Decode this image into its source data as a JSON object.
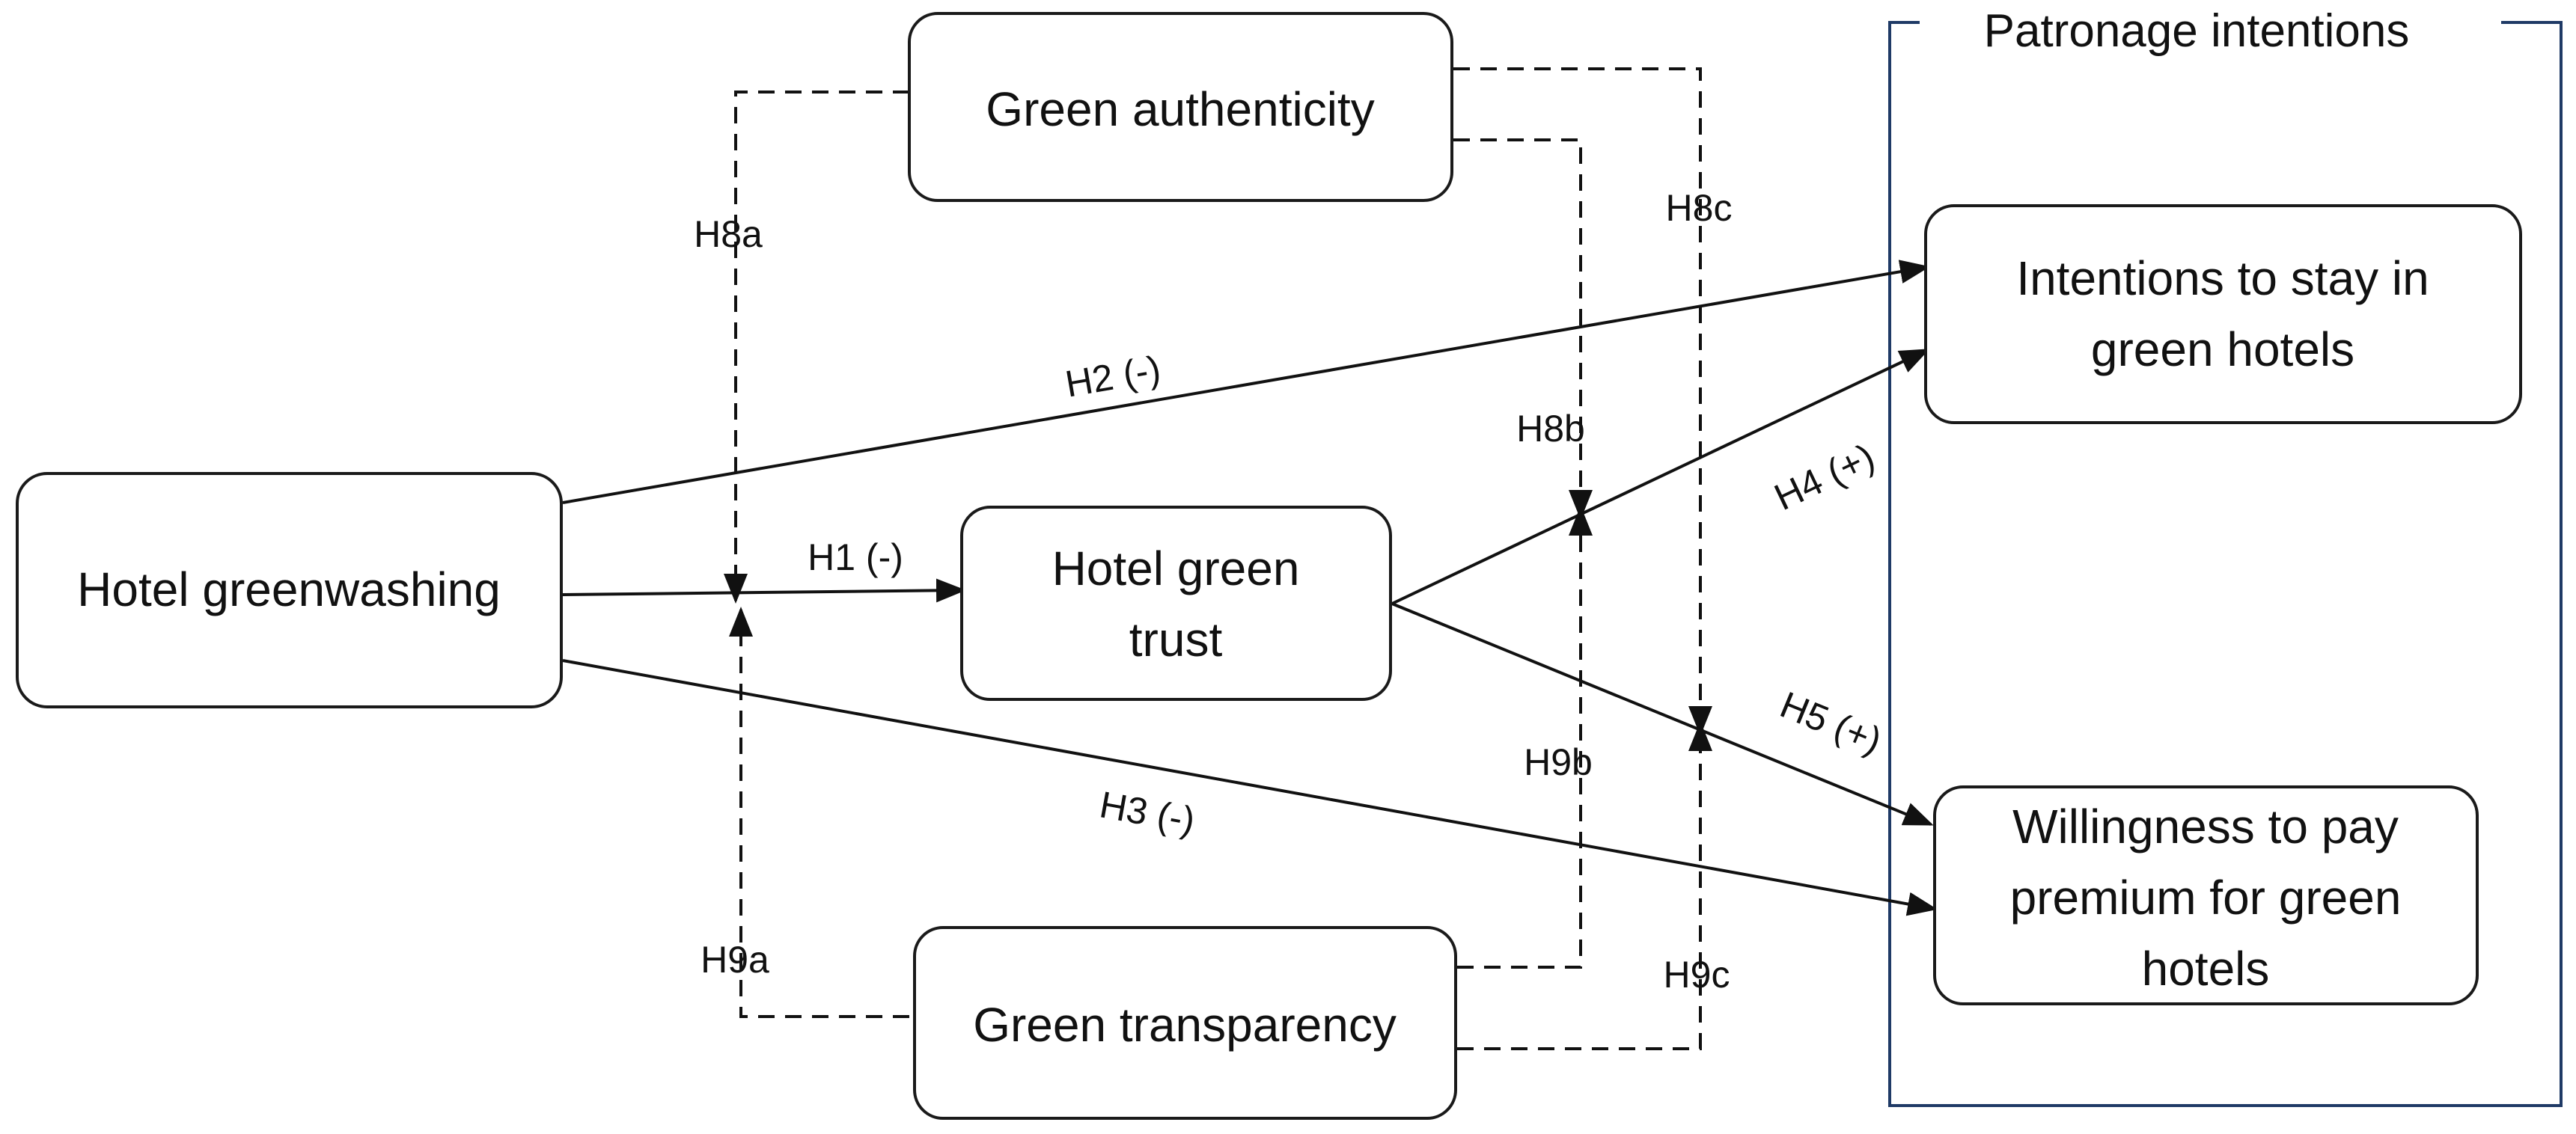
{
  "constructs": {
    "hotel_greenwashing": "Hotel greenwashing",
    "green_authenticity": "Green authenticity",
    "hotel_green_trust": [
      "Hotel green",
      "trust"
    ],
    "green_transparency": "Green transparency",
    "intentions_to_stay": [
      "Intentions to stay in",
      "green hotels"
    ],
    "willingness_to_pay": [
      "Willingness to pay",
      "premium for green",
      "hotels"
    ]
  },
  "group": {
    "label": "Patronage intentions"
  },
  "hypotheses": {
    "h1": "H1 (-)",
    "h2": "H2 (-)",
    "h3": "H3 (-)",
    "h4": "H4 (+)",
    "h5": "H5 (+)",
    "h8a": "H8a",
    "h8b": "H8b",
    "h8c": "H8c",
    "h9a": "H9a",
    "h9b": "H9b",
    "h9c": "H9c"
  },
  "colors": {
    "line": "#111111",
    "group_frame": "#1f3a66"
  }
}
